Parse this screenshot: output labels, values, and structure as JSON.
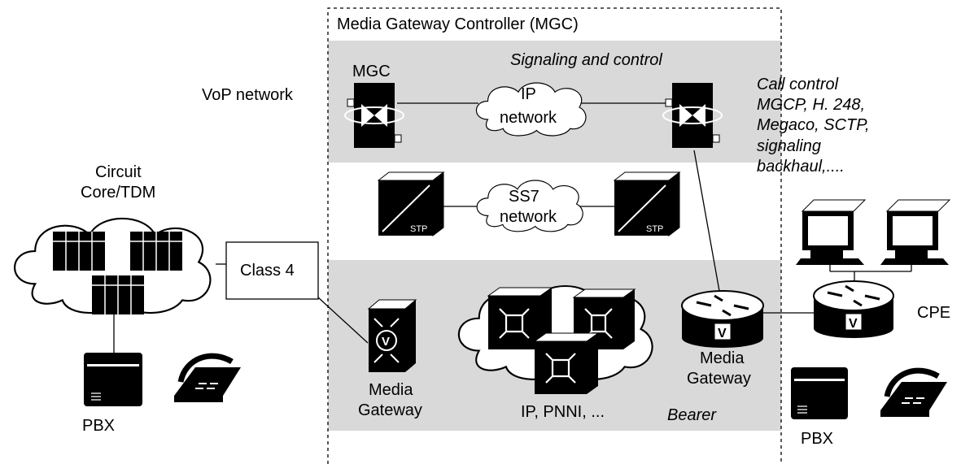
{
  "mgc_box": {
    "title": "Media Gateway Controller (MGC)"
  },
  "left": {
    "vop_network": "VoP network",
    "circuit_core": [
      "Circuit",
      "Core/TDM"
    ],
    "class4": "Class 4",
    "pbx": "PBX"
  },
  "signaling": {
    "caption": "Signaling and control",
    "mgc_label": "MGC",
    "ip_network": [
      "IP",
      "network"
    ]
  },
  "ss7": {
    "network": [
      "SS7",
      "network"
    ],
    "stp_label": "STP"
  },
  "bearer": {
    "media_gateway_left": [
      "Media",
      "Gateway"
    ],
    "media_gateway_right": [
      "Media",
      "Gateway"
    ],
    "cloud_label": "IP, PNNI, ...",
    "caption": "Bearer",
    "router_mark": "V"
  },
  "right": {
    "call_control": [
      "Call control",
      "MGCP, H. 248,",
      "Megaco, SCTP,",
      "signaling",
      "backhaul,...."
    ],
    "cpe": "CPE",
    "pbx": "PBX"
  },
  "colors": {
    "band": "#d9d9d9",
    "ink": "#000000",
    "paper": "#ffffff"
  }
}
